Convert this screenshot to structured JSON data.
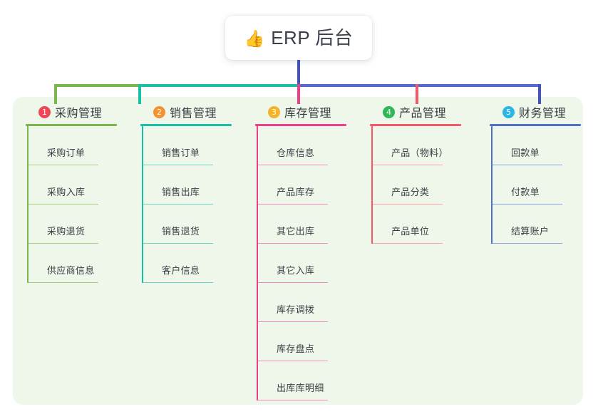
{
  "root": {
    "icon": "thumbs-up-icon",
    "icon_glyph": "👍",
    "title": "ERP 后台"
  },
  "colors": {
    "panel_background": "#eef7e9",
    "page_background": "#ffffff",
    "root_stem": "#4254c5",
    "text": "#35393f"
  },
  "columns": [
    {
      "number": "1",
      "title": "采购管理",
      "accent": "#7bb74b",
      "rule": "#a8cf83",
      "badge_color": "#f04757",
      "items": [
        {
          "label": "采购订单"
        },
        {
          "label": "采购入库"
        },
        {
          "label": "采购退货"
        },
        {
          "label": "供应商信息"
        }
      ]
    },
    {
      "number": "2",
      "title": "销售管理",
      "accent": "#16c1a6",
      "rule": "#69d4c4",
      "badge_color": "#f5922f",
      "items": [
        {
          "label": "销售订单"
        },
        {
          "label": "销售出库"
        },
        {
          "label": "销售退货"
        },
        {
          "label": "客户信息"
        }
      ]
    },
    {
      "number": "3",
      "title": "库存管理",
      "accent": "#ec3f8c",
      "rule": "#f08cba",
      "badge_color": "#f5b327",
      "items": [
        {
          "label": "仓库信息"
        },
        {
          "label": "产品库存"
        },
        {
          "label": "其它出库"
        },
        {
          "label": "其它入库"
        },
        {
          "label": "库存调拨"
        },
        {
          "label": "库存盘点"
        },
        {
          "label": "出库库明细"
        }
      ]
    },
    {
      "number": "4",
      "title": "产品管理",
      "accent": "#f4596a",
      "rule": "#f8a0a6",
      "badge_color": "#2fb857",
      "items": [
        {
          "label": "产品（物料）"
        },
        {
          "label": "产品分类"
        },
        {
          "label": "产品单位"
        }
      ]
    },
    {
      "number": "5",
      "title": "财务管理",
      "accent": "#5070c8",
      "rule": "#8aa4de",
      "badge_color": "#29b6e8",
      "items": [
        {
          "label": "回款单"
        },
        {
          "label": "付款单"
        },
        {
          "label": "结算账户"
        }
      ]
    }
  ]
}
